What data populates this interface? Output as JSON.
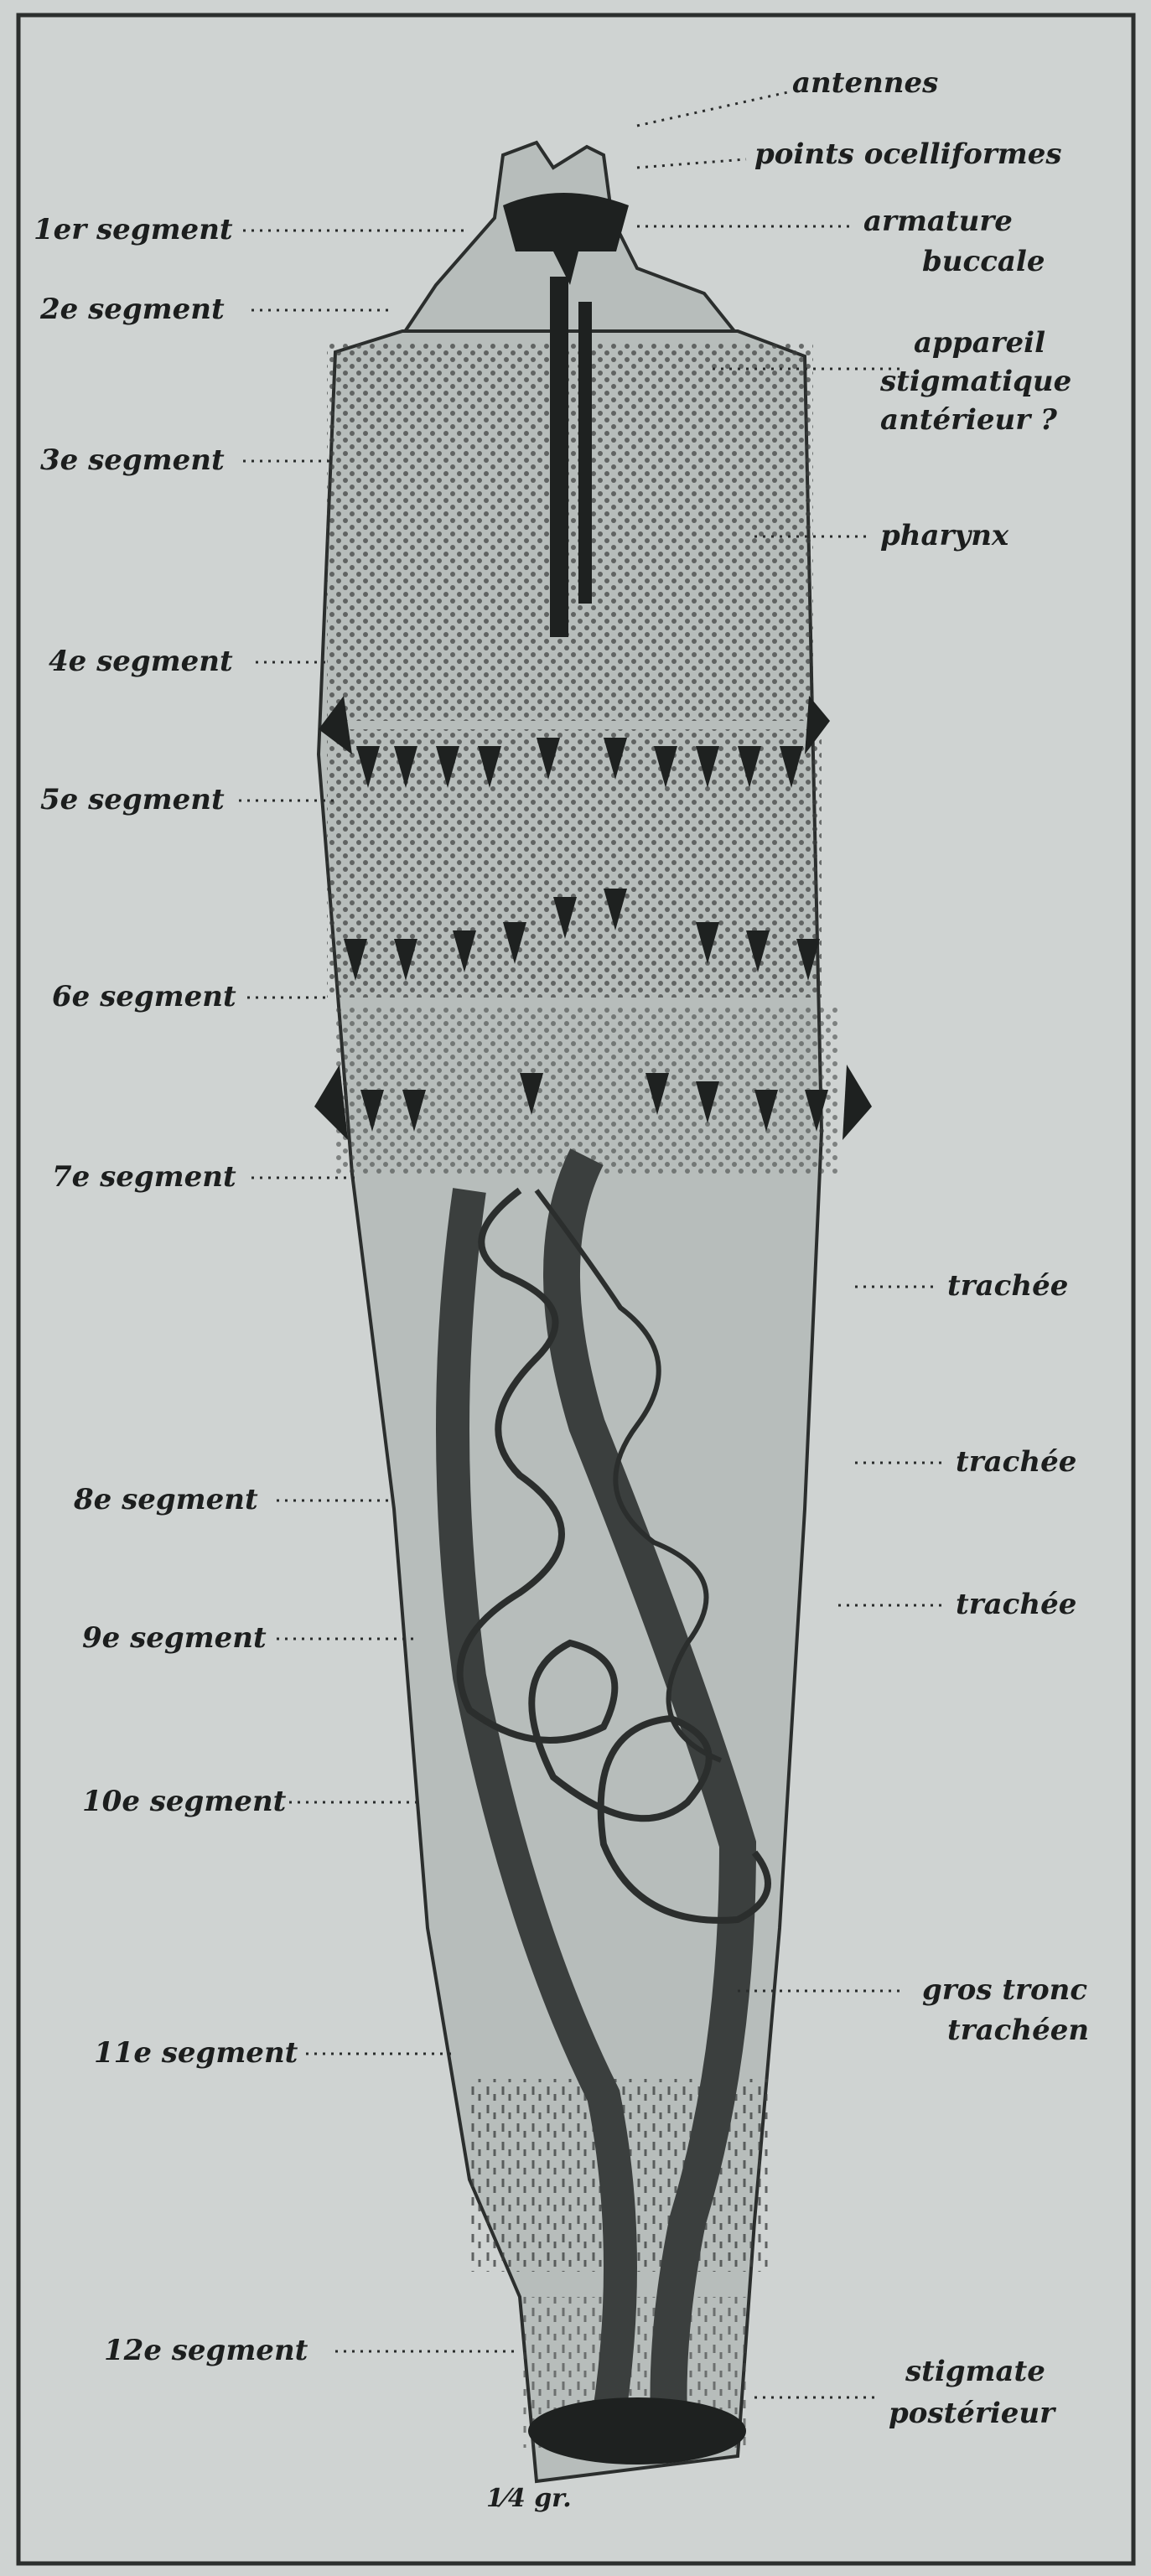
{
  "labels_left": [
    {
      "id": "seg1",
      "text": "1er segment"
    },
    {
      "id": "seg2",
      "text": "2e segment"
    },
    {
      "id": "seg3",
      "text": "3e segment"
    },
    {
      "id": "seg4",
      "text": "4e segment"
    },
    {
      "id": "seg5",
      "text": "5e segment"
    },
    {
      "id": "seg6",
      "text": "6e segment"
    },
    {
      "id": "seg7",
      "text": "7e segment"
    },
    {
      "id": "seg8",
      "text": "8e segment"
    },
    {
      "id": "seg9",
      "text": "9e segment"
    },
    {
      "id": "seg10",
      "text": "10e segment"
    },
    {
      "id": "seg11",
      "text": "11e segment"
    },
    {
      "id": "seg12",
      "text": "12e segment"
    }
  ],
  "labels_right": [
    {
      "id": "antennes",
      "lines": [
        "antennes"
      ]
    },
    {
      "id": "points",
      "lines": [
        "points ocelliformes"
      ]
    },
    {
      "id": "armature",
      "lines": [
        "armature",
        "buccale"
      ]
    },
    {
      "id": "appareil",
      "lines": [
        "appareil",
        "stigmatique",
        "antérieur ?"
      ]
    },
    {
      "id": "pharynx",
      "lines": [
        "pharynx"
      ]
    },
    {
      "id": "trachee1",
      "lines": [
        "trachée"
      ]
    },
    {
      "id": "trachee2",
      "lines": [
        "trachée"
      ]
    },
    {
      "id": "trachee3",
      "lines": [
        "trachée"
      ]
    },
    {
      "id": "gros",
      "lines": [
        "gros tronc",
        "trachéen"
      ]
    },
    {
      "id": "stigmate",
      "lines": [
        "stigmate",
        "postérieur"
      ]
    }
  ],
  "signature": "1⁄4 gr.",
  "colors": {
    "background": "#cfd3d2",
    "body": "#b7bdbb",
    "ink": "#1c1e1e"
  }
}
